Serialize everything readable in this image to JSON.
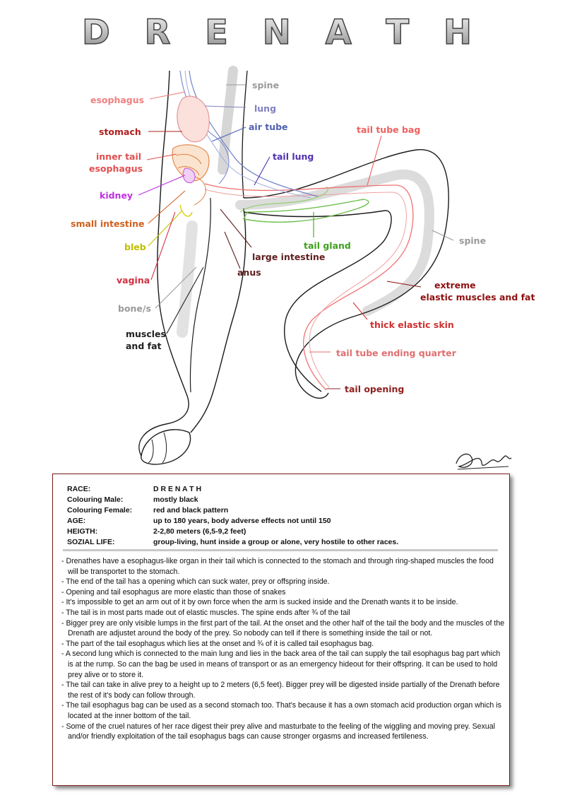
{
  "title": "D R E N A T H",
  "labels": [
    {
      "id": "esophagus",
      "text": "esophagus",
      "color": "#f08080"
    },
    {
      "id": "spine-upper",
      "text": "spine",
      "color": "#9a9a9a"
    },
    {
      "id": "lung",
      "text": "lung",
      "color": "#8080c0"
    },
    {
      "id": "stomach",
      "text": "stomach",
      "color": "#b02020"
    },
    {
      "id": "air-tube",
      "text": "air tube",
      "color": "#5060b0"
    },
    {
      "id": "inner-tail-1",
      "text": "inner tail",
      "color": "#e05050"
    },
    {
      "id": "inner-tail-2",
      "text": "esophagus",
      "color": "#e05050"
    },
    {
      "id": "tail-lung",
      "text": "tail lung",
      "color": "#5030b0"
    },
    {
      "id": "tail-tube-bag",
      "text": "tail tube bag",
      "color": "#f06060"
    },
    {
      "id": "kidney",
      "text": "kidney",
      "color": "#c030e0"
    },
    {
      "id": "small-intestine",
      "text": "small intestine",
      "color": "#d06020"
    },
    {
      "id": "tail-gland",
      "text": "tail gland",
      "color": "#40a020"
    },
    {
      "id": "spine-tail",
      "text": "spine",
      "color": "#9a9a9a"
    },
    {
      "id": "bleb",
      "text": "bleb",
      "color": "#c0c000"
    },
    {
      "id": "large-intestine",
      "text": "large intestine",
      "color": "#602020"
    },
    {
      "id": "anus",
      "text": "anus",
      "color": "#602020"
    },
    {
      "id": "vagina",
      "text": "vagina",
      "color": "#d03040"
    },
    {
      "id": "extreme-1",
      "text": "extreme",
      "color": "#901010"
    },
    {
      "id": "extreme-2",
      "text": "elastic muscles and fat",
      "color": "#901010"
    },
    {
      "id": "bones",
      "text": "bone/s",
      "color": "#9a9a9a"
    },
    {
      "id": "thick-skin",
      "text": "thick elastic skin",
      "color": "#d03030"
    },
    {
      "id": "muscles-1",
      "text": "muscles",
      "color": "#202020"
    },
    {
      "id": "muscles-2",
      "text": "and fat",
      "color": "#202020"
    },
    {
      "id": "tail-tube-ending",
      "text": "tail tube ending quarter",
      "color": "#e07070"
    },
    {
      "id": "tail-opening",
      "text": "tail opening",
      "color": "#902020"
    }
  ],
  "stats": [
    {
      "key": "RACE:",
      "value": "D R E N A T H"
    },
    {
      "key": "Colouring Male:",
      "value": "mostly black"
    },
    {
      "key": "Colouring Female:",
      "value": "red and black pattern"
    },
    {
      "key": "AGE:",
      "value": "up to 180 years, body adverse effects not until 150"
    },
    {
      "key": "HEIGTH:",
      "value": "2-2,80 meters (6,5-9,2 feet)"
    },
    {
      "key": "SOZIAL LIFE:",
      "value": "group-living, hunt inside a group or alone, very hostile to other races."
    }
  ],
  "notes": [
    "- Drenathes have a esophagus-like organ in their tail which is connected to the stomach and through ring-shaped muscles the food will be transportet to the stomach.",
    "- The end of the tail has a opening which can suck water, prey or offspring inside.",
    "- Opening and tail esophagus are more elastic than those of snakes",
    "- It's impossible to get an arm out of it by own force when the arm is sucked inside and the Drenath wants it to be inside.",
    "- The tail is in most parts made out of elastic muscles. The spine ends after ¾ of the tail",
    "- Bigger prey are only visible lumps in the first part of the tail. At the onset and the other half of the tail the body and the muscles of the Drenath are adjustet around the body of the prey. So nobody can tell if there is something inside the tail or not.",
    "- The part of the tail esophagus which lies at the onset and ¾ of it is called tail esophagus bag.",
    "- A second lung which is connected to the main lung and lies in the back area of the tail can supply the tail esophagus bag part which is at the rump. So can the bag be used in means of transport or as an emergency hideout for their offspring. It can be used to hold prey alive or to store it.",
    "- The tail can take in alive prey to a height up to 2 meters (6,5 feet). Bigger prey will be digested inside partially of the Drenath before the rest of it's body can follow through.",
    "- The tail esophagus bag can be used as a second stomach too. That's because it has a own stomach acid production organ which is located at the inner bottom of the tail.",
    "- Some of the cruel natures of her race digest their prey alive and masturbate to the feeling of the wiggling and moving prey. Sexual and/or friendly exploitation of the tail esophagus bags can cause stronger orgasms and increased fertileness."
  ]
}
